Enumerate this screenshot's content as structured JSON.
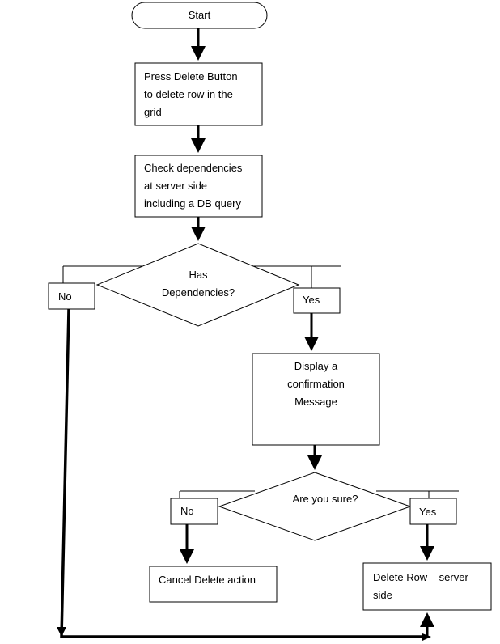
{
  "nodes": {
    "start": "Start",
    "press_delete": "Press Delete Button\nto delete  row in the\ngrid",
    "check_dependencies": "Check dependencies\nat server side\nincluding a DB query",
    "has_dependencies": "Has\nDependencies?",
    "no_1": "No",
    "yes_1": "Yes",
    "display_confirmation": "Display a\nconfirmation\nMessage",
    "are_you_sure": "Are you sure?",
    "no_2": "No",
    "yes_2": "Yes",
    "cancel_delete": "Cancel Delete action",
    "delete_row": "Delete Row – server\nside"
  },
  "colors": {
    "stroke": "#000000",
    "fill": "#ffffff"
  }
}
